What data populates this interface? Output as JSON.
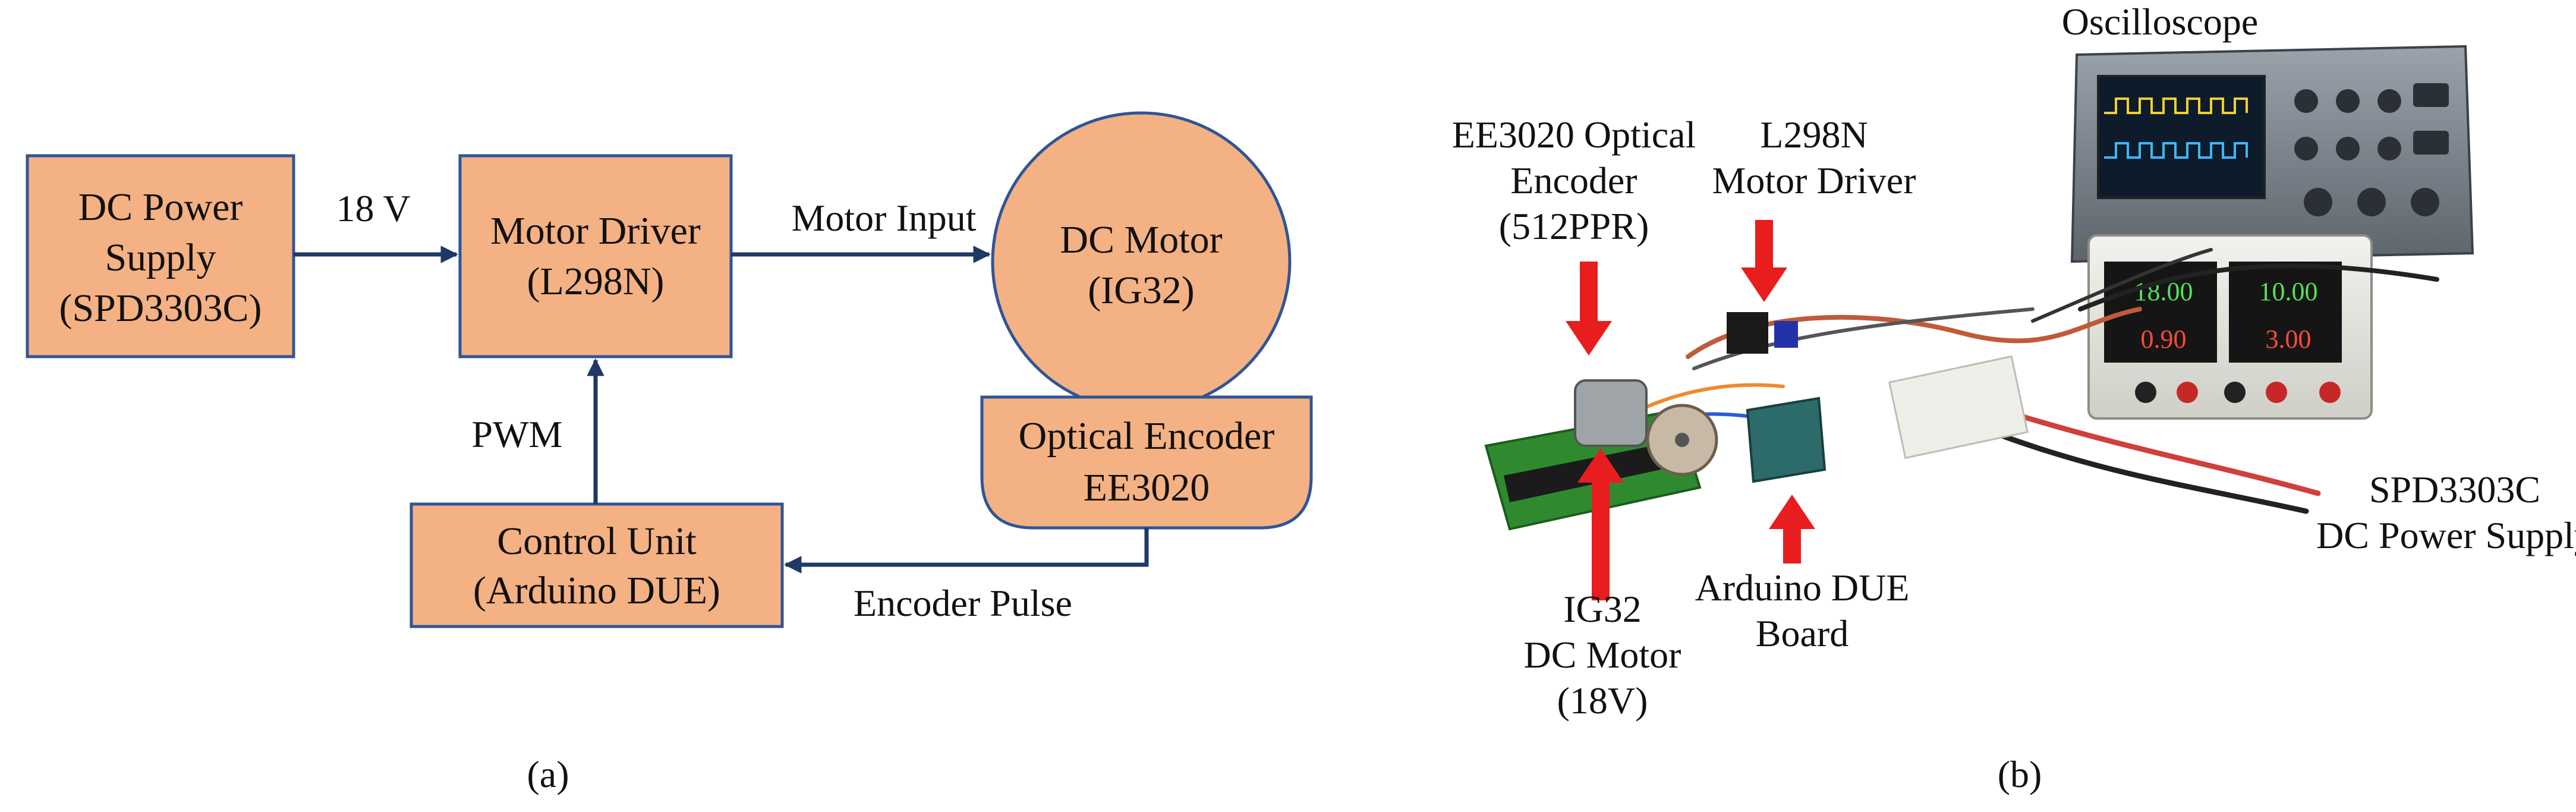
{
  "panel_a": {
    "caption": "(a)",
    "blocks": {
      "power": {
        "line1": "DC Power",
        "line2": "Supply",
        "line3": "(SPD3303C)"
      },
      "driver": {
        "line1": "Motor Driver",
        "line2": "(L298N)"
      },
      "motor": {
        "line1": "DC Motor",
        "line2": "(IG32)"
      },
      "encoder": {
        "line1": "Optical Encoder",
        "line2": "EE3020"
      },
      "control": {
        "line1": "Control Unit",
        "line2": "(Arduino DUE)"
      }
    },
    "edges": {
      "voltage": "18 V",
      "motor_input": "Motor Input",
      "pwm": "PWM",
      "encoder_pulse": "Encoder Pulse"
    }
  },
  "panel_b": {
    "caption": "(b)",
    "labels": {
      "oscilloscope": "Oscilloscope",
      "encoder": {
        "line1": "EE3020 Optical",
        "line2": "Encoder",
        "line3": "(512PPR)"
      },
      "driver": {
        "line1": "L298N",
        "line2": "Motor Driver"
      },
      "power": {
        "line1": "SPD3303C",
        "line2": "DC Power Supply"
      },
      "motor": {
        "line1": "IG32",
        "line2": "DC Motor",
        "line3": "(18V)"
      },
      "arduino": {
        "line1": "Arduino DUE",
        "line2": "Board"
      }
    },
    "psu_readouts": {
      "ch1_v": "18.00",
      "ch2_v": "10.00",
      "ch1_a": "0.90",
      "ch2_a": "3.00"
    },
    "colors": {
      "arrow": "#E81D1D",
      "block_fill": "#F4B183",
      "block_border": "#2F5597",
      "connector": "#1F3864"
    }
  }
}
